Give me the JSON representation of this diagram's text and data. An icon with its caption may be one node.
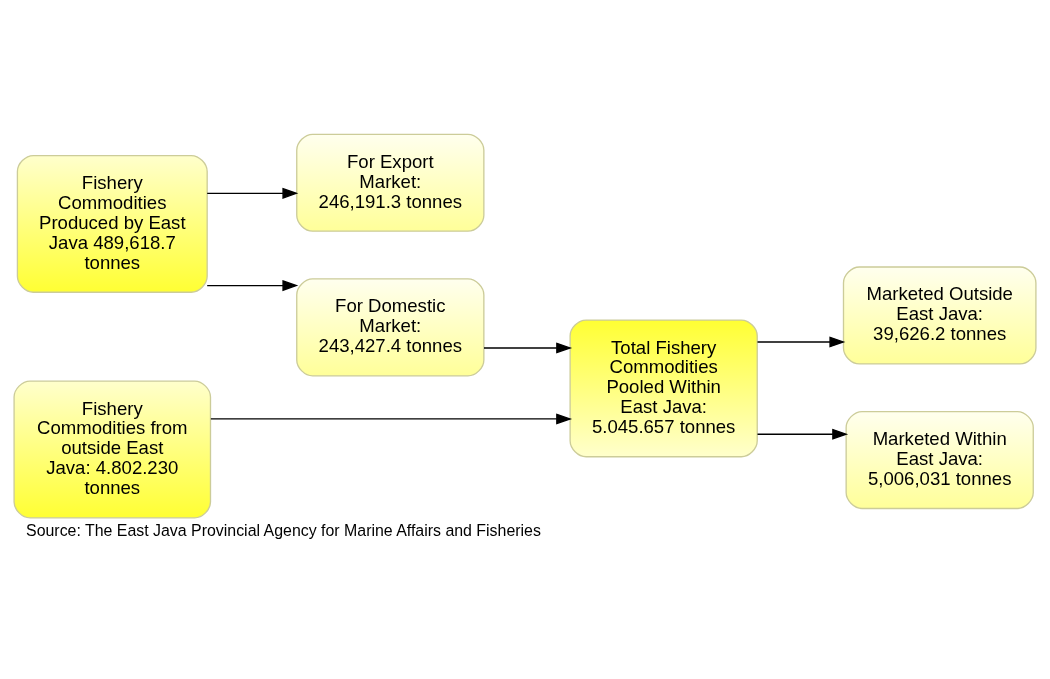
{
  "diagram": {
    "caption": "Source: The East Java Provincial Agency for Marine Affairs and Fisheries",
    "nodes": [
      {
        "text": [
          "Fishery Commodities Produced by East Java 489,618.7 tonnes"
        ]
      },
      {
        "text": [
          "For Export Market: 246,191.3 tonnes"
        ]
      },
      {
        "text": [
          "For Domestic Market: 243,427.4 tonnes"
        ]
      },
      {
        "text": [
          "Fishery Commodities from outside East Java: 4.802.230 tonnes"
        ]
      },
      {
        "text": [
          "Total Fishery Commodities Pooled Within East Java: 5.045.657 tonnes"
        ]
      },
      {
        "text": [
          "Marketed Outside East Java: 39,626.2 tonnes"
        ]
      },
      {
        "text": [
          "Marketed Within East Java: 5,006,031 tonnes"
        ]
      }
    ],
    "edges": [
      {
        "from": 0,
        "to": 1,
        "arrow": "to"
      },
      {
        "from": 0,
        "to": 2,
        "arrow": "to"
      },
      {
        "from": 2,
        "to": 4,
        "arrow": "to"
      },
      {
        "from": 3,
        "to": 4,
        "arrow": "to"
      },
      {
        "from": 4,
        "to": 5,
        "arrow": "to"
      },
      {
        "from": 4,
        "to": 6,
        "arrow": "to"
      }
    ]
  }
}
